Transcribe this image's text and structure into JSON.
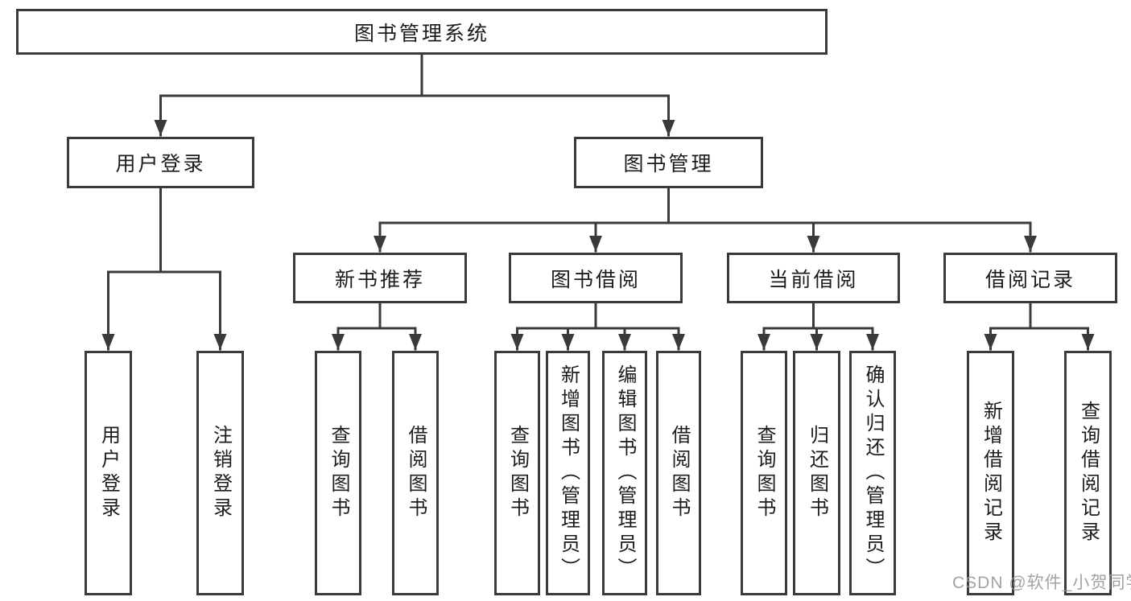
{
  "diagram": {
    "type": "hierarchy-diagram",
    "title": "图书管理系统",
    "watermark": "CSDN @软件_小贺同学",
    "colors": {
      "line": "#3a3a3a",
      "box_border": "#3a3a3a",
      "box_fill": "#ffffff",
      "text": "#1c1c1c",
      "watermark": "#969696"
    },
    "nodes": {
      "root": {
        "label": "图书管理系统"
      },
      "login": {
        "label": "用户登录"
      },
      "mgmt": {
        "label": "图书管理"
      },
      "login_user": {
        "label": "用户登录"
      },
      "login_logout": {
        "label": "注销登录"
      },
      "rec": {
        "label": "新书推荐"
      },
      "borrow": {
        "label": "图书借阅"
      },
      "current": {
        "label": "当前借阅"
      },
      "records": {
        "label": "借阅记录"
      },
      "rec_query": {
        "label": "查询图书"
      },
      "rec_borrow": {
        "label": "借阅图书"
      },
      "borrow_query": {
        "label": "查询图书"
      },
      "borrow_add": {
        "label": "新增图书（管理员）"
      },
      "borrow_edit": {
        "label": "编辑图书（管理员）"
      },
      "borrow_borrow": {
        "label": "借阅图书"
      },
      "current_query": {
        "label": "查询图书"
      },
      "current_return": {
        "label": "归还图书"
      },
      "current_confirm": {
        "label": "确认归还（管理员）"
      },
      "records_add": {
        "label": "新增借阅记录"
      },
      "records_query": {
        "label": "查询借阅记录"
      }
    },
    "edges": [
      [
        "root",
        "login"
      ],
      [
        "root",
        "mgmt"
      ],
      [
        "login",
        "login_user"
      ],
      [
        "login",
        "login_logout"
      ],
      [
        "mgmt",
        "rec"
      ],
      [
        "mgmt",
        "borrow"
      ],
      [
        "mgmt",
        "current"
      ],
      [
        "mgmt",
        "records"
      ],
      [
        "rec",
        "rec_query"
      ],
      [
        "rec",
        "rec_borrow"
      ],
      [
        "borrow",
        "borrow_query"
      ],
      [
        "borrow",
        "borrow_add"
      ],
      [
        "borrow",
        "borrow_edit"
      ],
      [
        "borrow",
        "borrow_borrow"
      ],
      [
        "current",
        "current_query"
      ],
      [
        "current",
        "current_return"
      ],
      [
        "current",
        "current_confirm"
      ],
      [
        "records",
        "records_add"
      ],
      [
        "records",
        "records_query"
      ]
    ]
  }
}
